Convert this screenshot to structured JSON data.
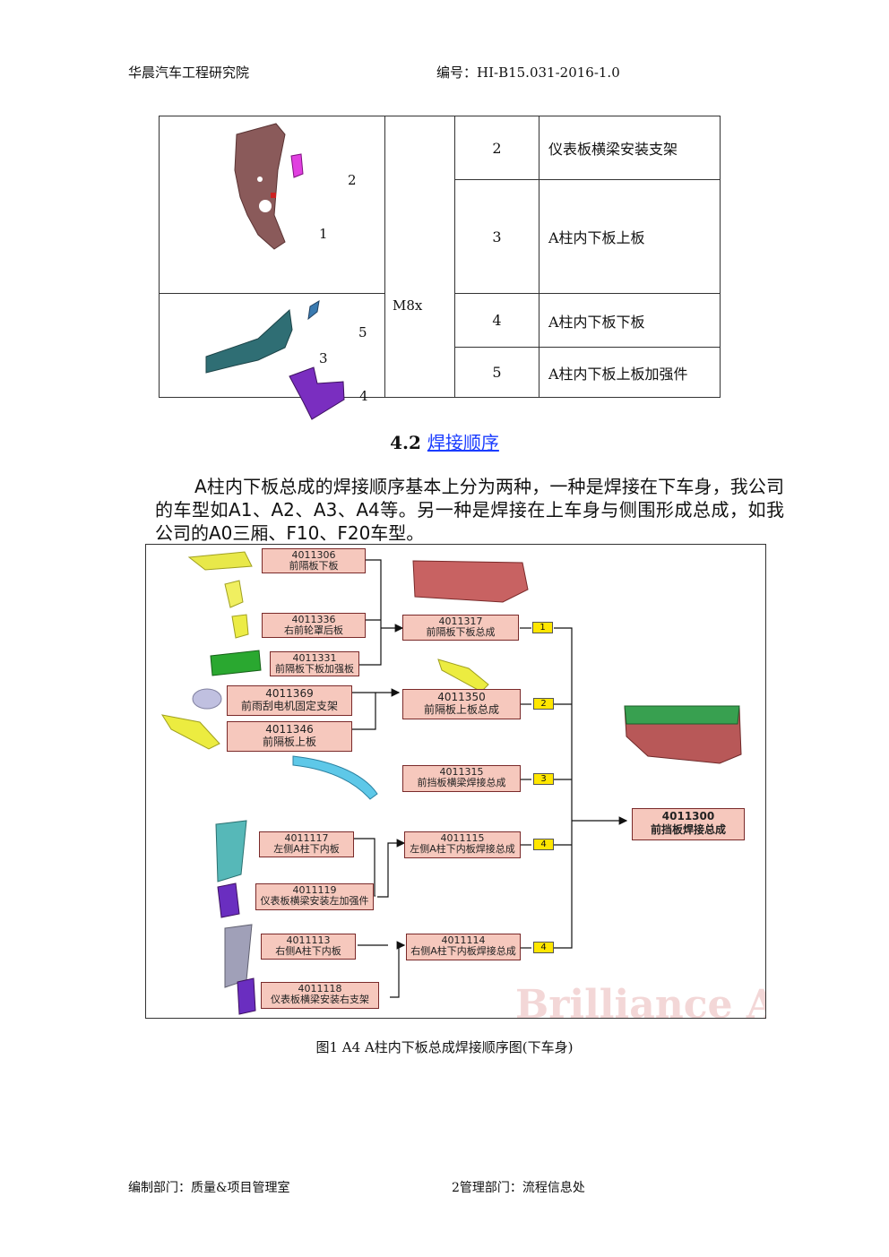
{
  "header": {
    "org": "华晨汽车工程研究院",
    "doc_no": "编号：HI-B15.031-2016-1.0"
  },
  "parts_table": {
    "fastener": "M8x",
    "rows": [
      {
        "no": "2",
        "name": "仪表板横梁安装支架"
      },
      {
        "no": "3",
        "name": "A柱内下板上板"
      },
      {
        "no": "4",
        "name": "A柱内下板下板"
      },
      {
        "no": "5",
        "name": "A柱内下板上板加强件"
      }
    ],
    "img_labels": [
      "2",
      "1",
      "5",
      "3",
      "4"
    ]
  },
  "section": {
    "number": "4.2",
    "title": "焊接顺序"
  },
  "paragraph": "A柱内下板总成的焊接顺序基本上分为两种，一种是焊接在下车身，我公司的车型如A1、A2、A3、A4等。另一种是焊接在上车身与侧围形成总成，如我公司的A0三厢、F10、F20车型。",
  "diagram": {
    "parts": [
      {
        "code": "4011306",
        "name": "前隔板下板"
      },
      {
        "code": "4011336",
        "name": "右前轮罩后板"
      },
      {
        "code": "4011331",
        "name": "前隔板下板加强板"
      },
      {
        "code": "4011369",
        "name": "前雨刮电机固定支架"
      },
      {
        "code": "4011346",
        "name": "前隔板上板"
      },
      {
        "code": "4011117",
        "name": "左侧A柱下内板"
      },
      {
        "code": "4011119",
        "name": "仪表板横梁安装左加强件"
      },
      {
        "code": "4011113",
        "name": "右侧A柱下内板"
      },
      {
        "code": "4011118",
        "name": "仪表板横梁安装右支架"
      }
    ],
    "subassemblies": [
      {
        "code": "4011317",
        "name": "前隔板下板总成",
        "tag": "1"
      },
      {
        "code": "4011350",
        "name": "前隔板上板总成",
        "tag": "2"
      },
      {
        "code": "4011315",
        "name": "前挡板横梁焊接总成",
        "tag": "3"
      },
      {
        "code": "4011115",
        "name": "左侧A柱下内板焊接总成",
        "tag": "4"
      },
      {
        "code": "4011114",
        "name": "右侧A柱下内板焊接总成",
        "tag": "4"
      }
    ],
    "result": {
      "code": "4011300",
      "name": "前挡板焊接总成"
    },
    "watermark": "Brilliance Au"
  },
  "caption": "图1 A4 A柱内下板总成焊接顺序图(下车身)",
  "footer": {
    "left": "编制部门：质量&项目管理室",
    "right": "2管理部门：流程信息处"
  },
  "colors": {
    "box_fill": "#f6c8bd",
    "tag_fill": "#ffe600",
    "link": "#1a3cff"
  }
}
